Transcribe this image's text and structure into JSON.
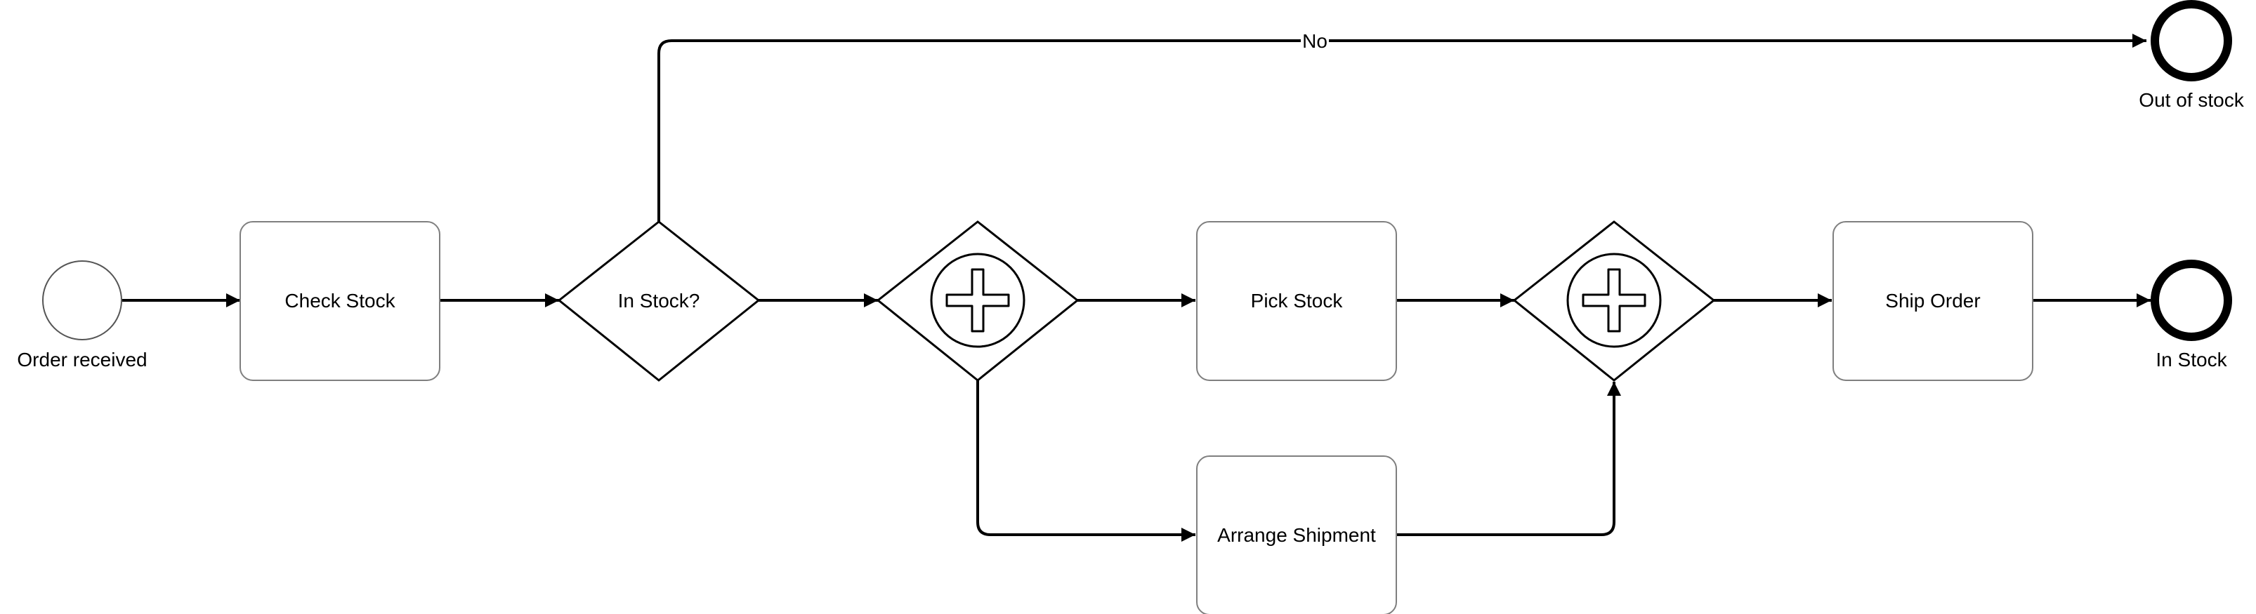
{
  "diagram": {
    "type": "BPMN process",
    "colors": {
      "stroke": "#000000",
      "fill": "#ffffff",
      "task_border": "#7f7f7f"
    },
    "start_event": {
      "label": "Order received"
    },
    "tasks": [
      {
        "id": "check_stock",
        "label": "Check Stock"
      },
      {
        "id": "pick_stock",
        "label": "Pick Stock"
      },
      {
        "id": "arrange_shipment",
        "label": "Arrange Shipment"
      },
      {
        "id": "ship_order",
        "label": "Ship Order"
      }
    ],
    "gateways": [
      {
        "id": "in_stock",
        "kind": "exclusive",
        "label": "In Stock?"
      },
      {
        "id": "split",
        "kind": "parallel",
        "icon": "plus-icon"
      },
      {
        "id": "join",
        "kind": "parallel",
        "icon": "plus-icon"
      }
    ],
    "end_events": [
      {
        "id": "out_of_stock",
        "label": "Out of stock"
      },
      {
        "id": "in_stock_end",
        "label": "In Stock"
      }
    ],
    "flows": [
      {
        "from": "start",
        "to": "check_stock"
      },
      {
        "from": "check_stock",
        "to": "in_stock"
      },
      {
        "from": "in_stock",
        "to": "out_of_stock",
        "label": "No"
      },
      {
        "from": "in_stock",
        "to": "split"
      },
      {
        "from": "split",
        "to": "pick_stock"
      },
      {
        "from": "split",
        "to": "arrange_shipment"
      },
      {
        "from": "pick_stock",
        "to": "join"
      },
      {
        "from": "arrange_shipment",
        "to": "join"
      },
      {
        "from": "join",
        "to": "ship_order"
      },
      {
        "from": "ship_order",
        "to": "in_stock_end"
      }
    ]
  }
}
